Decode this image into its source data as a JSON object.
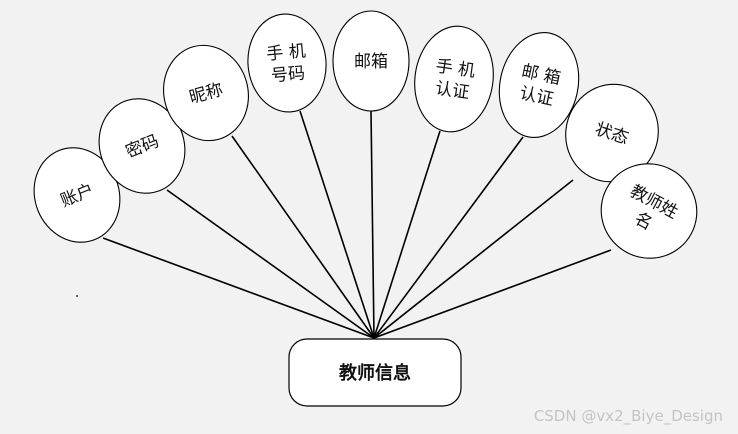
{
  "diagram": {
    "entity": {
      "label": "教师信息"
    },
    "attributes": [
      {
        "id": "account",
        "lines": [
          "账户"
        ]
      },
      {
        "id": "password",
        "lines": [
          "密码"
        ]
      },
      {
        "id": "nickname",
        "lines": [
          "昵称"
        ]
      },
      {
        "id": "phone",
        "lines": [
          "手  机",
          "号码"
        ]
      },
      {
        "id": "email",
        "lines": [
          "邮箱"
        ]
      },
      {
        "id": "phone-verify",
        "lines": [
          "手  机",
          "认证"
        ]
      },
      {
        "id": "email-verify",
        "lines": [
          "邮  箱",
          "认证"
        ]
      },
      {
        "id": "status",
        "lines": [
          "状态"
        ]
      },
      {
        "id": "teacher-name",
        "lines": [
          "教师姓",
          "名"
        ]
      }
    ]
  },
  "watermark": "CSDN @vx2_Biye_Design",
  "colors": {
    "background": "#f2f2f2",
    "node_fill": "#ffffff",
    "stroke": "#000000",
    "watermark": "#c4c4c4"
  }
}
